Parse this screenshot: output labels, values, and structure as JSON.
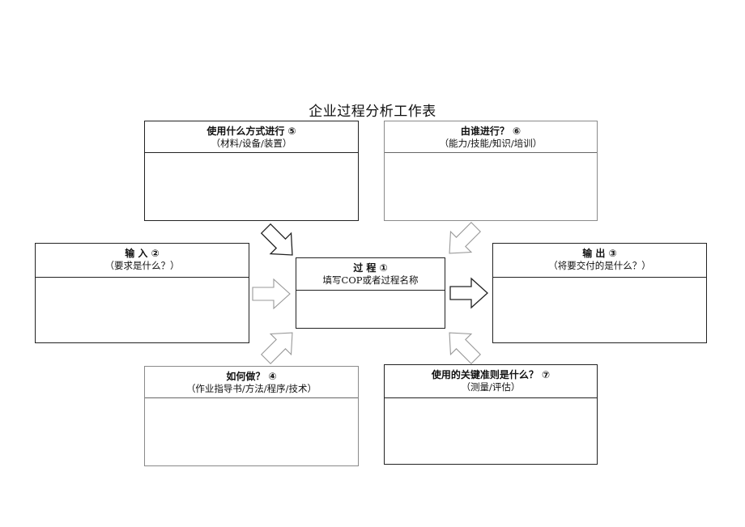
{
  "title": "企业过程分析工作表",
  "boxes": {
    "process": {
      "title": "过 程 ①",
      "subtitle": "填写COP或者过程名称"
    },
    "input": {
      "title": "输 入 ②",
      "subtitle": "（要求是什么？）"
    },
    "output": {
      "title": "输 出 ③",
      "subtitle": "（将要交付的是什么？）"
    },
    "how": {
      "title": "如何做？ ④",
      "subtitle": "（作业指导书/方法/程序/技术）"
    },
    "what_with": {
      "title": "使用什么方式进行 ⑤",
      "subtitle": "（材料/设备/装置）"
    },
    "who": {
      "title": "由谁进行？ ⑥",
      "subtitle": "（能力/技能/知识/培训）"
    },
    "criteria": {
      "title": "使用的关键准则是什么？ ⑦",
      "subtitle": "（测量/评估）"
    }
  }
}
